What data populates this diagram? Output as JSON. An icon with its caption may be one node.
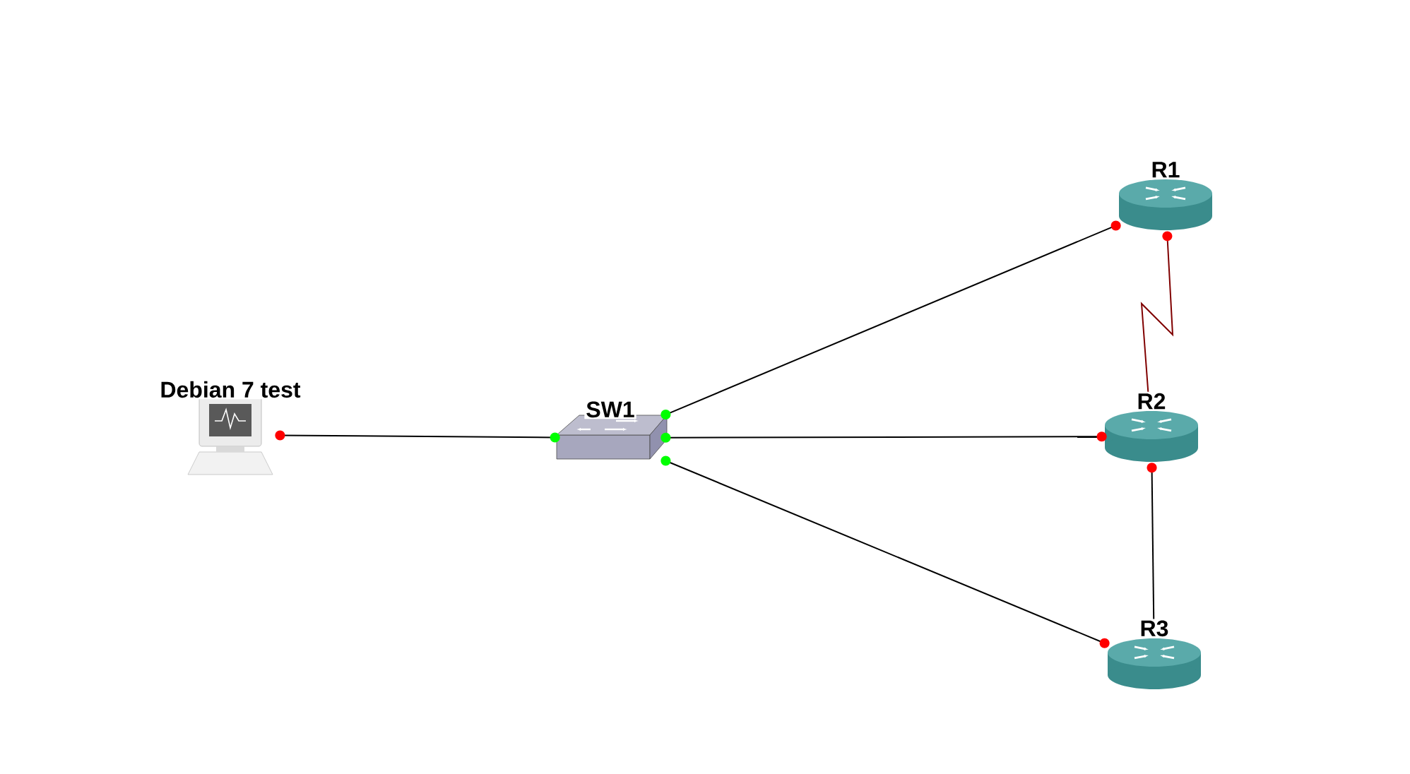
{
  "diagram": {
    "nodes": [
      {
        "text": [
          "Debian 7 test"
        ]
      },
      {
        "text": [
          "SW1"
        ]
      },
      {
        "text": [
          "R1"
        ]
      },
      {
        "text": [
          "R2"
        ]
      },
      {
        "text": [
          "R3"
        ]
      }
    ],
    "edges": [
      {
        "from": 0,
        "to": 1,
        "arrow": "other"
      },
      {
        "from": 1,
        "to": 2,
        "arrow": "other"
      },
      {
        "from": 1,
        "to": 3,
        "arrow": "other"
      },
      {
        "from": 1,
        "to": 4,
        "arrow": "other"
      },
      {
        "from": 2,
        "to": 3,
        "arrow": "other",
        "color": "#800000"
      },
      {
        "from": 3,
        "to": 4,
        "arrow": "other"
      }
    ]
  }
}
